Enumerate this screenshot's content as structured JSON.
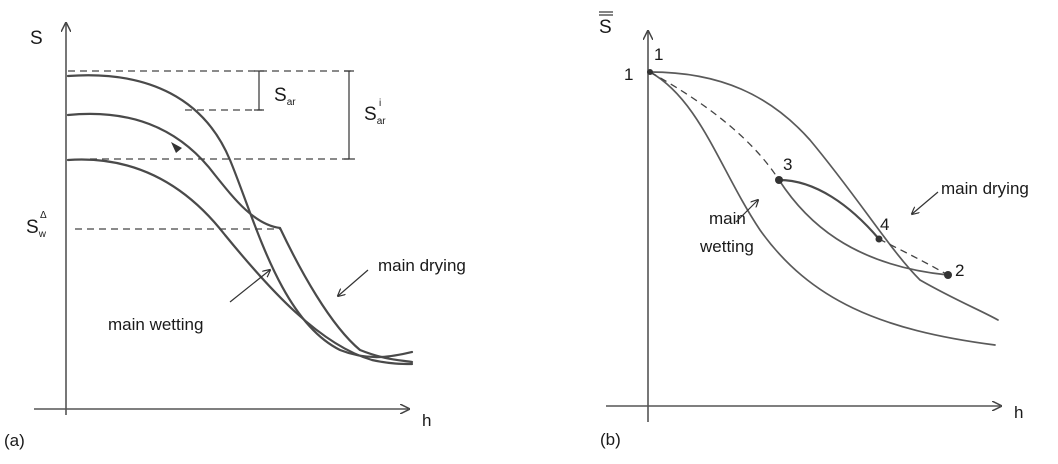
{
  "panel_a": {
    "tag": "(a)",
    "y_axis_label": "S",
    "x_axis_label": "h",
    "s_ar": {
      "main": "S",
      "sub": "ar"
    },
    "s_ar_i": {
      "main": "S",
      "sub": "ar",
      "sup": "i"
    },
    "s_w": {
      "main": "S",
      "sub": "w",
      "sup": "Δ"
    },
    "label_drying": "main drying",
    "label_wetting": "main wetting"
  },
  "panel_b": {
    "tag": "(b)",
    "y_axis_label": "S",
    "x_axis_label": "h",
    "label_drying": "main drying",
    "label_wetting_1": "main",
    "label_wetting_2": "wetting",
    "point_1_axis": "1",
    "point_1_top": "1",
    "point_2": "2",
    "point_3": "3",
    "point_4": "4"
  }
}
